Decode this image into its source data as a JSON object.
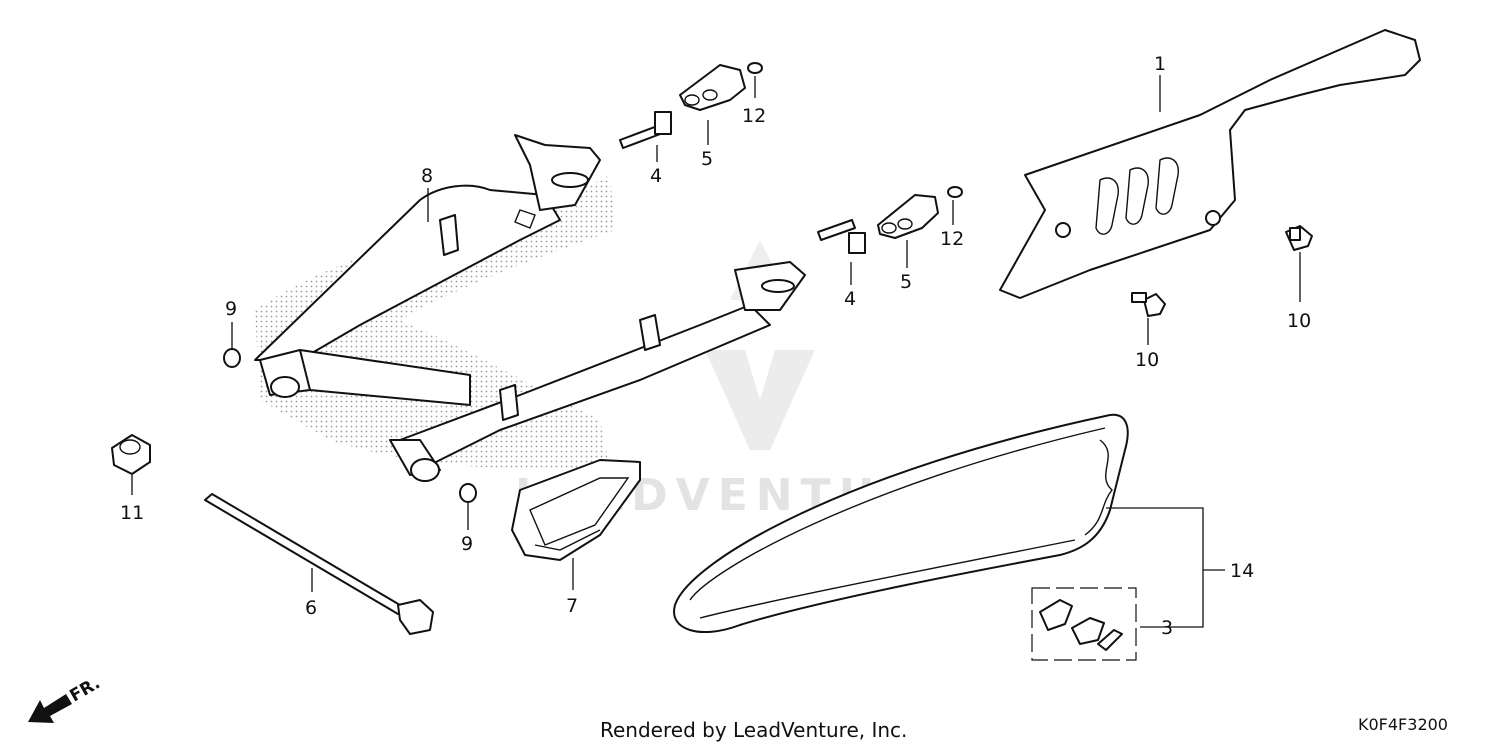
{
  "diagram": {
    "watermark": "LEADVENTURE",
    "credit": "Rendered by LeadVenture, Inc.",
    "code": "K0F4F3200",
    "direction_label": "FR.",
    "callouts": {
      "p1": "1",
      "p3": "3",
      "p4a": "4",
      "p4b": "4",
      "p5a": "5",
      "p5b": "5",
      "p6": "6",
      "p7": "7",
      "p8": "8",
      "p9a": "9",
      "p9b": "9",
      "p10a": "10",
      "p10b": "10",
      "p11": "11",
      "p12a": "12",
      "p12b": "12",
      "p14": "14"
    }
  }
}
